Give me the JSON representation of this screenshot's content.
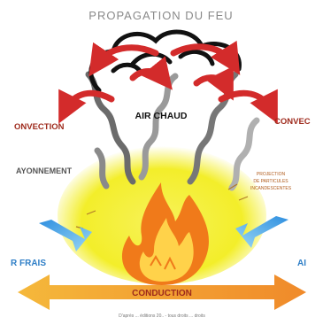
{
  "diagram": {
    "title": "PROPAGATION DU FEU",
    "labels": {
      "air_chaud": "AIR CHAUD",
      "convection_left": "ONVECTION",
      "convection_right": "CONVEC",
      "rayonnement": "AYONNEMENT",
      "projection_line1": "PROJECTION",
      "projection_line2": "DE PARTICULES",
      "projection_line3": "INCANDESCENTES",
      "air_frais_left": "R FRAIS",
      "air_frais_right": "AI",
      "conduction": "CONDUCTION",
      "footer": "D'après ... éditions 20.. - tous droits ... droits"
    },
    "colors": {
      "title": "#8a8a8a",
      "hot_arrow": "#d32b2b",
      "dark_arrow": "#111111",
      "smoke": "#8d8d8d",
      "glow": "#f3ee2a",
      "flame_outer": "#f07a1a",
      "flame_inner": "#ffd24a",
      "cool_arrow": "#4aa3e0",
      "conduction_arrow": "#f0a334",
      "label_red": "#9e2a1c",
      "label_blue": "#2f7fc7"
    }
  }
}
